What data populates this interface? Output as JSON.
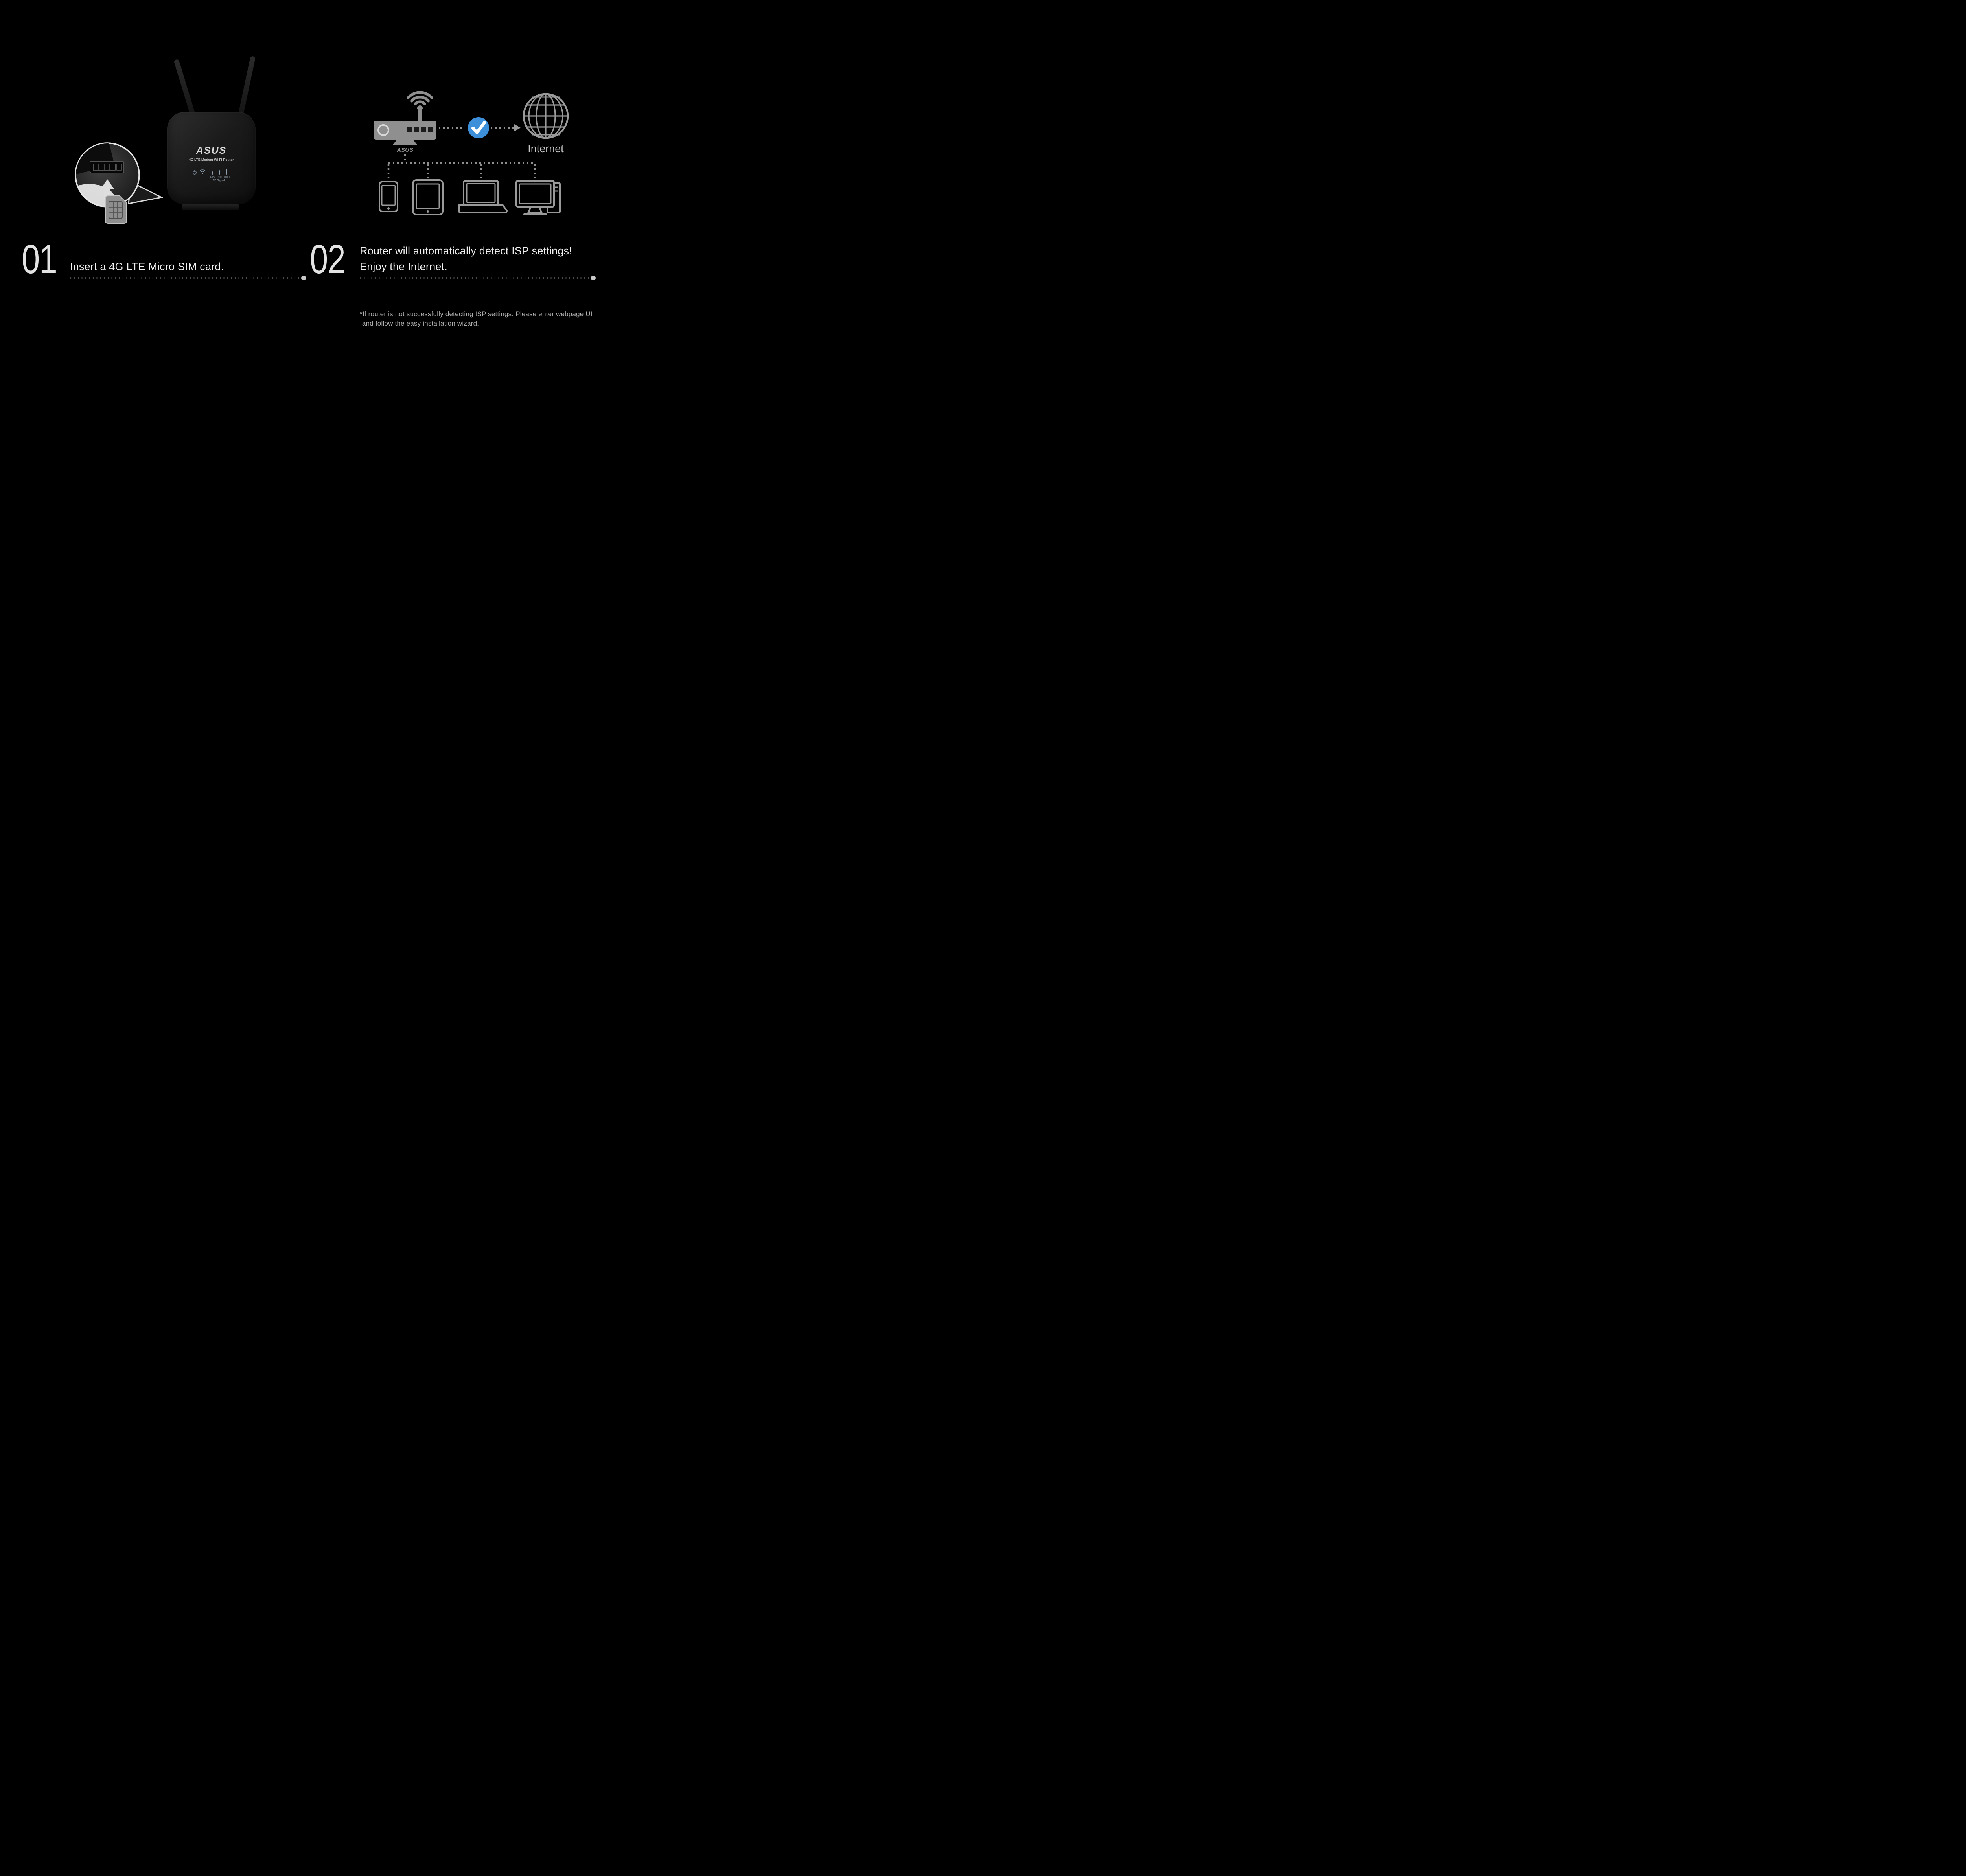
{
  "colors": {
    "background": "#000000",
    "accent_blue": "#3d8fd9",
    "icon_gray": "#9a9a9a",
    "text_primary": "#f1f1f1",
    "text_muted": "#aeaeae"
  },
  "product": {
    "brand": "ASUS",
    "model": "4G LTE Modem Wi-Fi Router",
    "led_low": "LOW",
    "led_mid": "MID",
    "led_high": "HIGH",
    "led_caption": "LTE Signal"
  },
  "diagram": {
    "router_brand": "ASUS",
    "internet_label": "Internet"
  },
  "steps": [
    {
      "number": "01",
      "lines": [
        "Insert a 4G LTE Micro SIM card."
      ]
    },
    {
      "number": "02",
      "lines": [
        "Router will automatically detect ISP settings!",
        "Enjoy the Internet."
      ]
    }
  ],
  "footnote": {
    "line1": "*If router is not successfully detecting ISP settings. Please enter webpage UI",
    "line2": "and follow the easy installation wizard."
  }
}
